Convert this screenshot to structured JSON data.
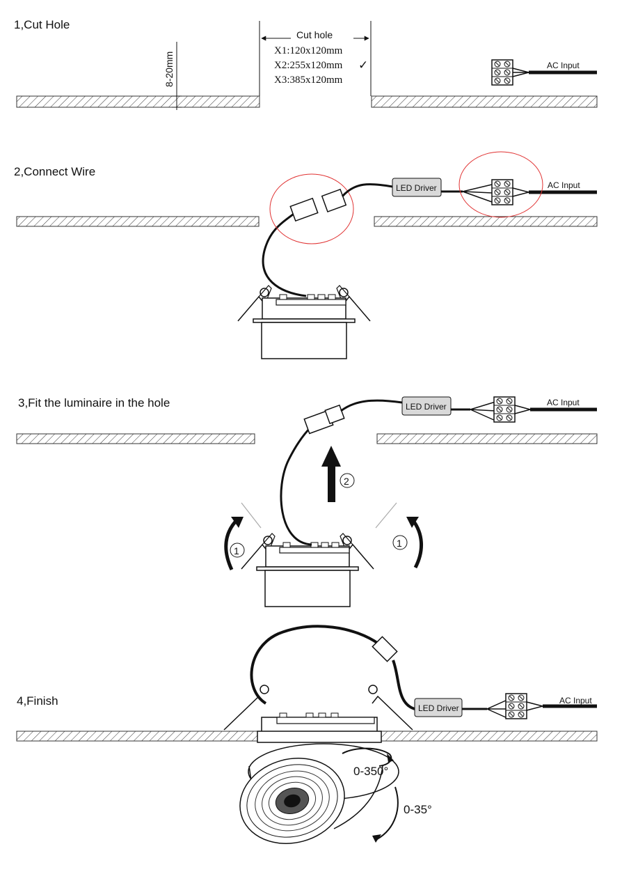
{
  "steps": [
    {
      "title": "1,Cut Hole"
    },
    {
      "title": "2,Connect Wire"
    },
    {
      "title": "3,Fit the luminaire in the hole"
    },
    {
      "title": "4,Finish"
    }
  ],
  "cut_hole": {
    "thickness_label": "8-20mm",
    "heading": "Cut hole",
    "options": [
      "X1:120x120mm",
      "X2:255x120mm",
      "X3:385x120mm"
    ],
    "selected_mark": "✓"
  },
  "labels": {
    "ac_input": "AC Input",
    "led_driver": "LED Driver",
    "order_1": "1",
    "order_2": "2",
    "rotation_horizontal": "0-350°",
    "rotation_tilt": "0-35°"
  },
  "colors": {
    "ink": "#111111",
    "highlight_circle": "#e03030",
    "driver_fill": "#d9d9d9",
    "hatch": "#333333"
  }
}
